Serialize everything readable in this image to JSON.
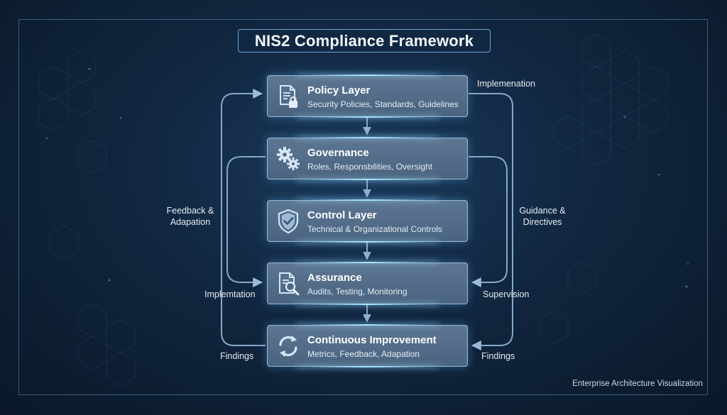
{
  "title": "NIS2 Compliance Framework",
  "layers": [
    {
      "name": "Policy Layer",
      "description": "Security Policies, Standards, Guidelines",
      "icon": "document-lock-icon"
    },
    {
      "name": "Governance",
      "description": "Roles, Responsbilities, Oversight",
      "icon": "gears-icon"
    },
    {
      "name": "Control Layer",
      "description": "Technical & Organizational Controls",
      "icon": "shield-check-icon"
    },
    {
      "name": "Assurance",
      "description": "Audits, Testing, Monitoring",
      "icon": "document-search-icon"
    },
    {
      "name": "Continuous Improvement",
      "description": "Metrics, Feedback, Adapation",
      "icon": "refresh-cycle-icon"
    }
  ],
  "flow_labels": {
    "top_right": "Implemenation",
    "left_middle_line1": "Feedback &",
    "left_middle_line2": "Adapation",
    "right_middle_line1": "Guidance &",
    "right_middle_line2": "Directives",
    "left_lower": "Implemtation",
    "right_lower": "Supervision",
    "left_bottom": "Findings",
    "right_bottom": "Findings"
  },
  "footer": "Enterprise Architecture Visualization",
  "colors": {
    "background": "#11263f",
    "layer_fill": "#56708c",
    "connector": "#8fb0cf",
    "glow": "#a8e6ff"
  }
}
